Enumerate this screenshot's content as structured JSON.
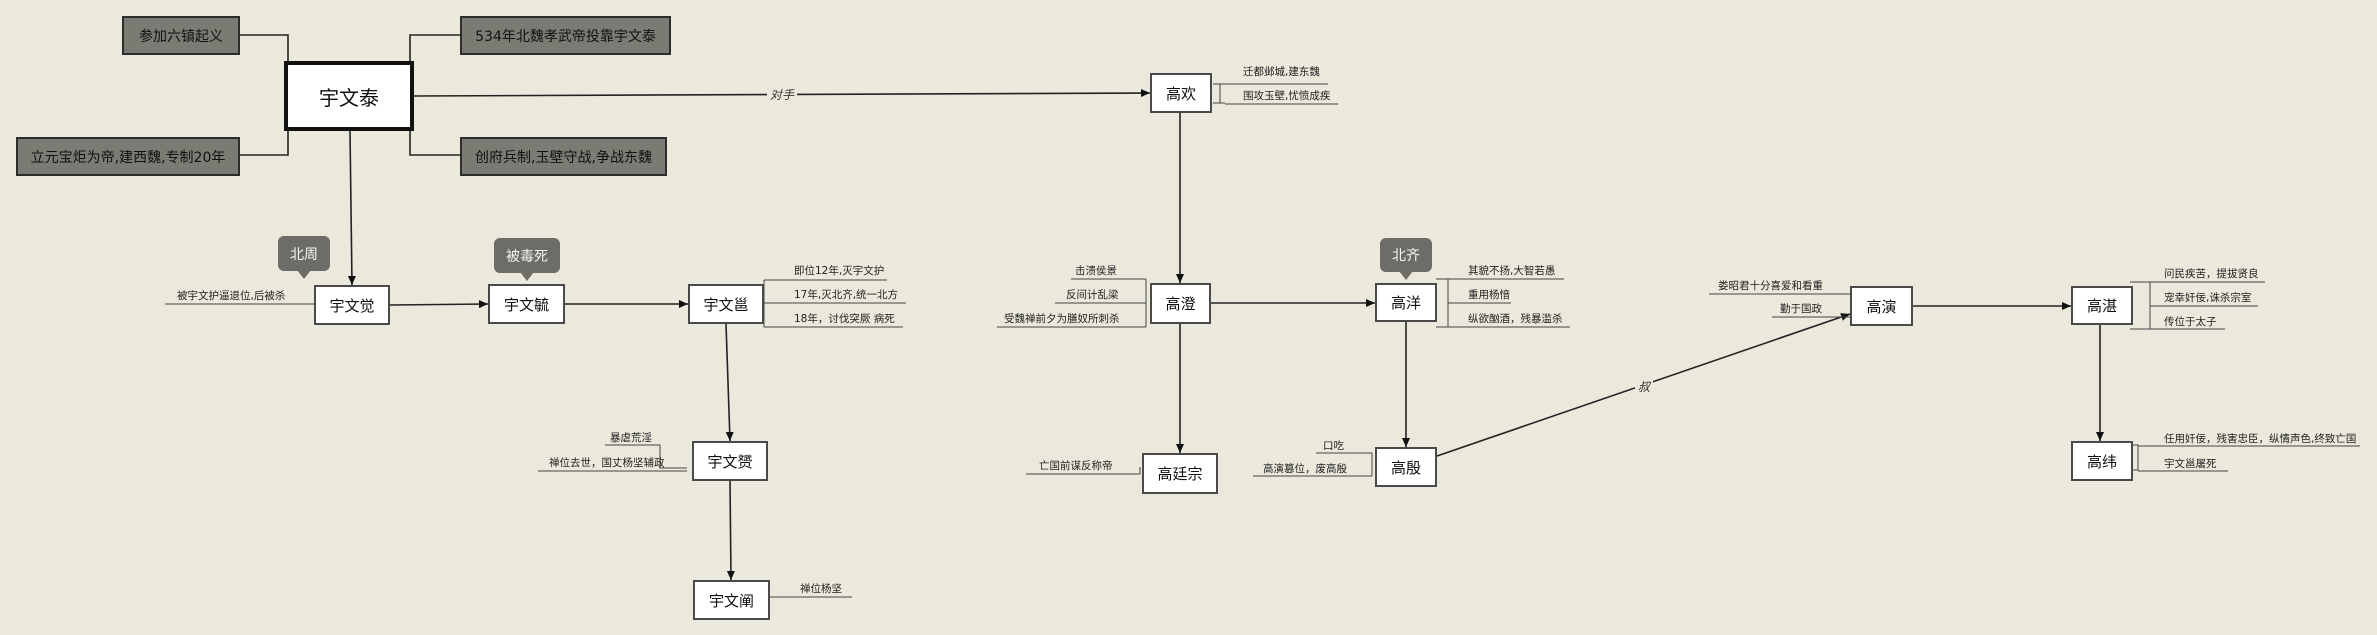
{
  "nodes": {
    "yuwentai": "宇文泰",
    "gaohuan": "高欢",
    "yuwenjue": "宇文觉",
    "yuwenyu": "宇文毓",
    "yuwenyong": "宇文邕",
    "yuwenyun": "宇文赟",
    "yuwenchan": "宇文阐",
    "gaocheng": "高澄",
    "gaotingzong": "高廷宗",
    "gaoyang": "高洋",
    "gaoyin": "高殷",
    "gaoyan": "高演",
    "gaozhan": "高湛",
    "gaowei": "高纬"
  },
  "tags": {
    "liuzhen": "参加六镇起义",
    "beiwei534": "534年北魏孝武帝投靠宇文泰",
    "xiwei": "立元宝炬为帝,建西魏,专制20年",
    "fubing": "创府兵制,玉壁守战,争战东魏"
  },
  "bubbles": {
    "beizhou": "北周",
    "beidusi": "被毒死",
    "beiqi": "北齐"
  },
  "edge_labels": {
    "duishou": "对手",
    "shu": "叔"
  },
  "notes": {
    "gaohuan_1": "迁都邺城,建东魏",
    "gaohuan_2": "围攻玉壁,忧愤成疾",
    "yuwenjue_1": "被宇文护逼退位,后被杀",
    "yuwenyong_1": "即位12年,灭宇文护",
    "yuwenyong_2": "17年,灭北齐,统一北方",
    "yuwenyong_3": "18年，讨伐突厥 病死",
    "yuwenyun_1": "暴虐荒淫",
    "yuwenyun_2": "禅位去世，国丈杨坚辅政",
    "yuwenchan_1": "禅位杨坚",
    "gaocheng_1": "击溃侯景",
    "gaocheng_2": "反间计乱梁",
    "gaocheng_3": "受魏禅前夕为膳奴所刺杀",
    "gaotingzong_1": "亡国前谋反称帝",
    "gaoyang_1": "其貌不扬,大智若愚",
    "gaoyang_2": "重用杨愔",
    "gaoyang_3": "纵欲酗酒，残暴滥杀",
    "gaoyin_1": "口吃",
    "gaoyin_2": "高演篡位，废高殷",
    "gaoyan_1": "娄昭君十分喜爱和看重",
    "gaoyan_2": "勤于国政",
    "gaozhan_1": "问民疾苦，提拔贤良",
    "gaozhan_2": "宠幸奸佞,诛杀宗室",
    "gaozhan_3": "传位于太子",
    "gaowei_1": "任用奸佞，残害忠臣，纵情声色,终致亡国",
    "gaowei_2": "宇文邕屠死"
  }
}
